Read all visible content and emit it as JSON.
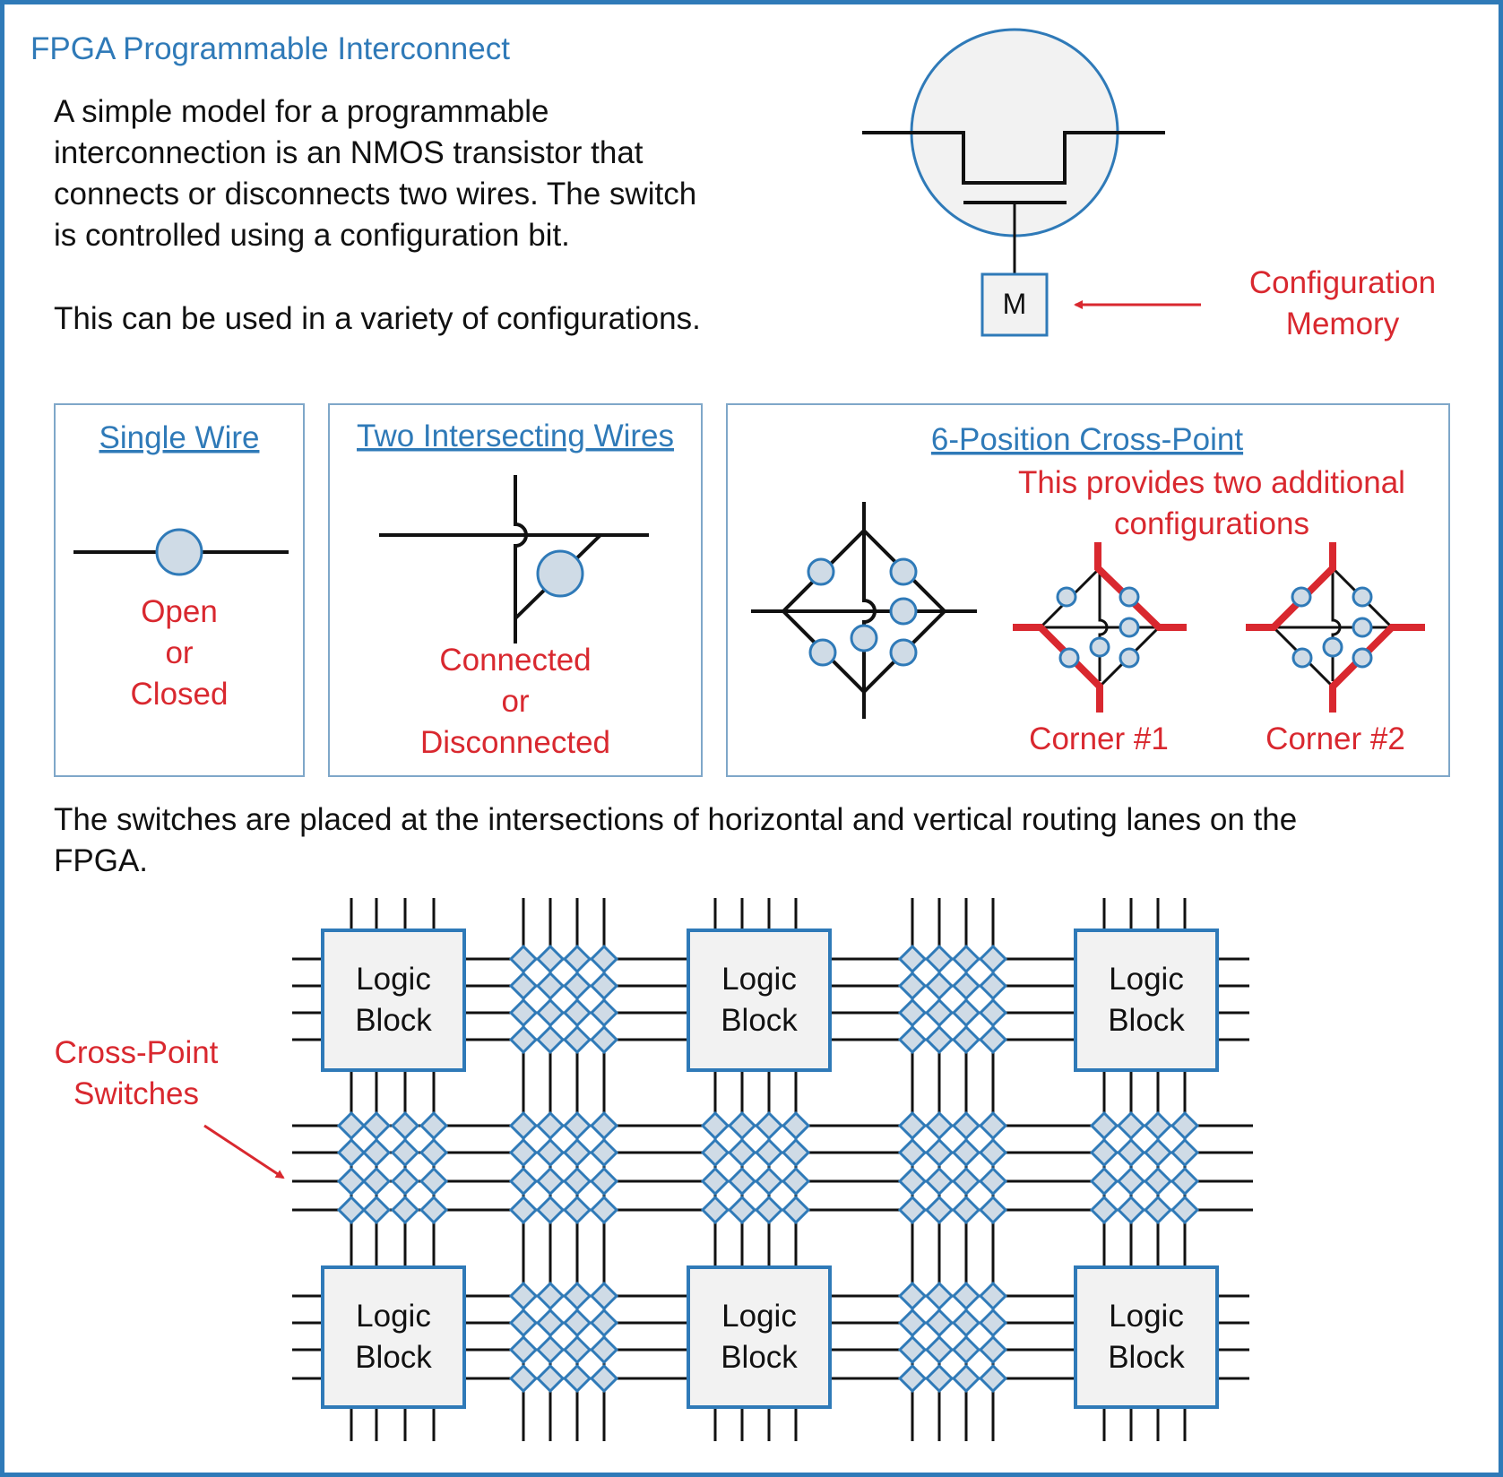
{
  "title": "FPGA Programmable Interconnect",
  "intro": {
    "lines": [
      "A simple model for a programmable",
      "interconnection is an NMOS transistor that",
      "connects or disconnects two wires.  The switch",
      "is controlled using a configuration bit."
    ],
    "variety": "This can be used in a variety of configurations."
  },
  "transistor": {
    "memory_label": "M",
    "annotation": [
      "Configuration",
      "Memory"
    ]
  },
  "panels": {
    "single_wire": {
      "title": "Single Wire",
      "caption": [
        "Open",
        "or",
        "Closed"
      ]
    },
    "two_wires": {
      "title": "Two Intersecting Wires",
      "caption": [
        "Connected",
        "or",
        "Disconnected"
      ]
    },
    "cross_point": {
      "title": "6-Position Cross-Point",
      "note": [
        "This provides two additional",
        "configurations"
      ],
      "corner1": "Corner #1",
      "corner2": "Corner #2"
    }
  },
  "routing": {
    "text": [
      "The switches are placed at the intersections of horizontal and vertical routing lanes on the",
      "FPGA."
    ],
    "logic_block": [
      "Logic",
      "Block"
    ],
    "callout": [
      "Cross-Point",
      "Switches"
    ]
  },
  "colors": {
    "accent_blue": "#2f7ab8",
    "accent_red": "#d9282f",
    "fill_grey": "#f2f2f2",
    "switch_fill": "#cfdbe6",
    "panel_border": "#7fa7c9"
  }
}
